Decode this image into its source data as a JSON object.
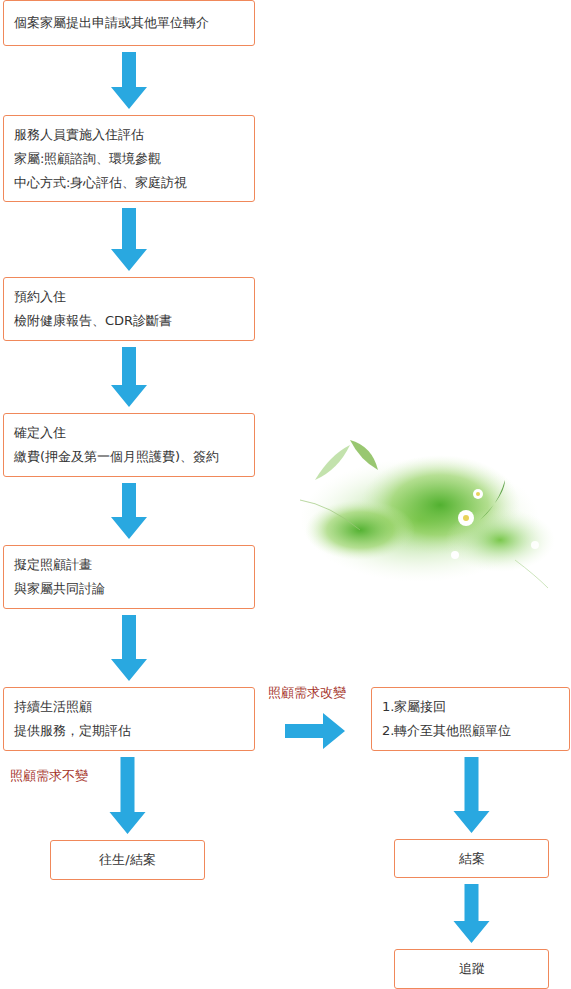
{
  "diagram": {
    "nodes": [
      {
        "text": [
          "個案家屬提出申請或其他單位轉介"
        ]
      },
      {
        "text": [
          "服務人員實施入住評估",
          "家屬:照顧諮詢、環境參觀",
          "中心方式:身心評估、家庭訪視"
        ]
      },
      {
        "text": [
          "預約入住",
          "檢附健康報告、CDR診斷書"
        ]
      },
      {
        "text": [
          "確定入住",
          "繳費(押金及第一個月照護費)、簽約"
        ]
      },
      {
        "text": [
          "擬定照顧計畫",
          "與家屬共同討論"
        ]
      },
      {
        "text": [
          "持續生活照顧",
          "提供服務，定期評估"
        ]
      },
      {
        "text": [
          "1.家屬接回",
          "2.轉介至其他照顧單位"
        ]
      },
      {
        "text": [
          "往生/結案"
        ]
      },
      {
        "text": [
          "結案"
        ]
      },
      {
        "text": [
          "追蹤"
        ]
      }
    ],
    "edges": [
      {
        "from": 0,
        "to": 1,
        "arrow": "to"
      },
      {
        "from": 1,
        "to": 2,
        "arrow": "to"
      },
      {
        "from": 2,
        "to": 3,
        "arrow": "to"
      },
      {
        "from": 3,
        "to": 4,
        "arrow": "to"
      },
      {
        "from": 4,
        "to": 5,
        "arrow": "to"
      },
      {
        "from": 5,
        "to": 6,
        "label": "照顧需求改變",
        "arrow": "to"
      },
      {
        "from": 5,
        "to": 7,
        "label": "照顧需求不變",
        "arrow": "to"
      },
      {
        "from": 6,
        "to": 8,
        "arrow": "to"
      },
      {
        "from": 8,
        "to": 9,
        "arrow": "to"
      }
    ]
  }
}
